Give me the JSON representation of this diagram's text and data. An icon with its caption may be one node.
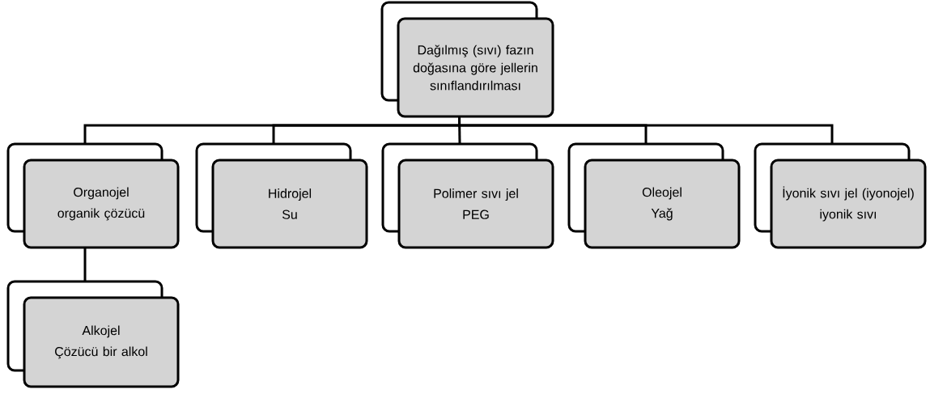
{
  "diagram": {
    "nodes": [
      {
        "text": [
          "Dağılmış (sıvı) fazın doğasına göre jellerin sınıflandırılması"
        ]
      },
      {
        "text": [
          "Organojel",
          "organik çözücü"
        ]
      },
      {
        "text": [
          "Hidrojel",
          "Su"
        ]
      },
      {
        "text": [
          "Polimer sıvı jel",
          "PEG"
        ]
      },
      {
        "text": [
          "Oleojel",
          "Yağ"
        ]
      },
      {
        "text": [
          "İyonik sıvı jel (iyonojel)",
          "iyonik sıvı"
        ]
      },
      {
        "text": [
          "Alkojel",
          "Çözücü bir alkol"
        ]
      }
    ],
    "edges": [
      {
        "from": 0,
        "to": 1,
        "arrow": "none"
      },
      {
        "from": 0,
        "to": 2,
        "arrow": "none"
      },
      {
        "from": 0,
        "to": 3,
        "arrow": "none"
      },
      {
        "from": 0,
        "to": 4,
        "arrow": "none"
      },
      {
        "from": 0,
        "to": 5,
        "arrow": "none"
      },
      {
        "from": 1,
        "to": 6,
        "arrow": "none"
      }
    ]
  }
}
